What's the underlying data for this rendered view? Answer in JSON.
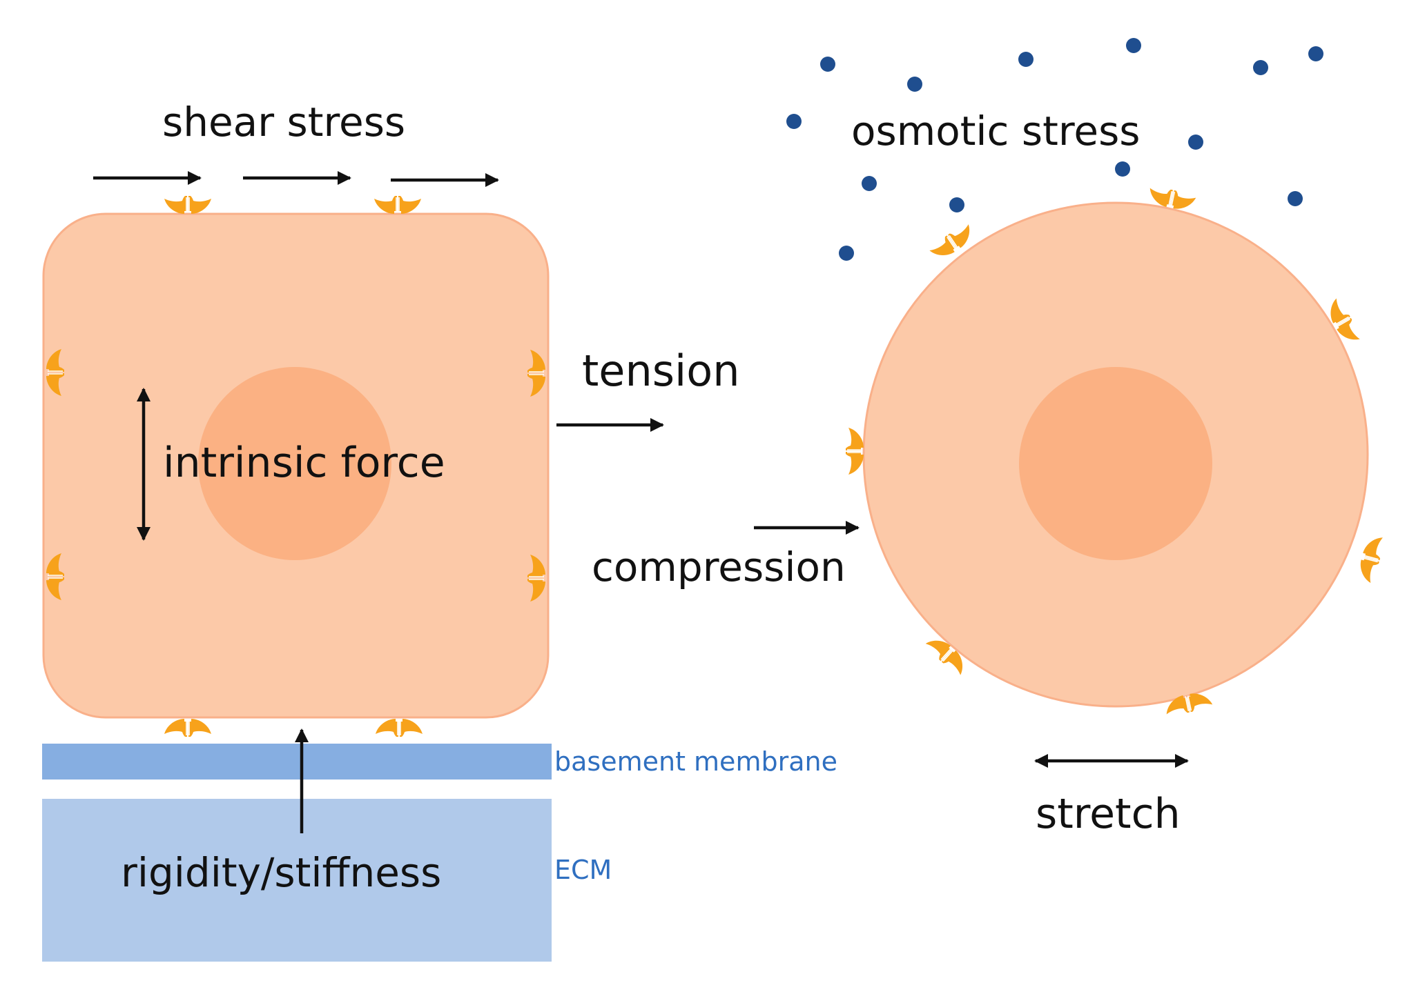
{
  "labels": {
    "shear_stress": "shear stress",
    "osmotic_stress": "osmotic stress",
    "tension": "tension",
    "intrinsic_force": "intrinsic force",
    "compression": "compression",
    "basement_membrane": "basement membrane",
    "ecm": "ECM",
    "rigidity_stiffness": "rigidity/stiffness",
    "stretch": "stretch"
  },
  "colors": {
    "cell_fill": "#fcc9a8",
    "cell_stroke": "#f9b08a",
    "nucleus_fill": "#fbb183",
    "receptor": "#f7a21b",
    "basement_membrane": "#86aee1",
    "ecm": "#b0c9ea",
    "osmolyte_dot": "#1f4e8f",
    "arrow": "#111111",
    "blue_label": "#2f6fc0"
  },
  "icons": {
    "receptor": "mechanoreceptor-icon",
    "arrow": "arrow-icon",
    "osmolyte": "osmolyte-dot"
  }
}
